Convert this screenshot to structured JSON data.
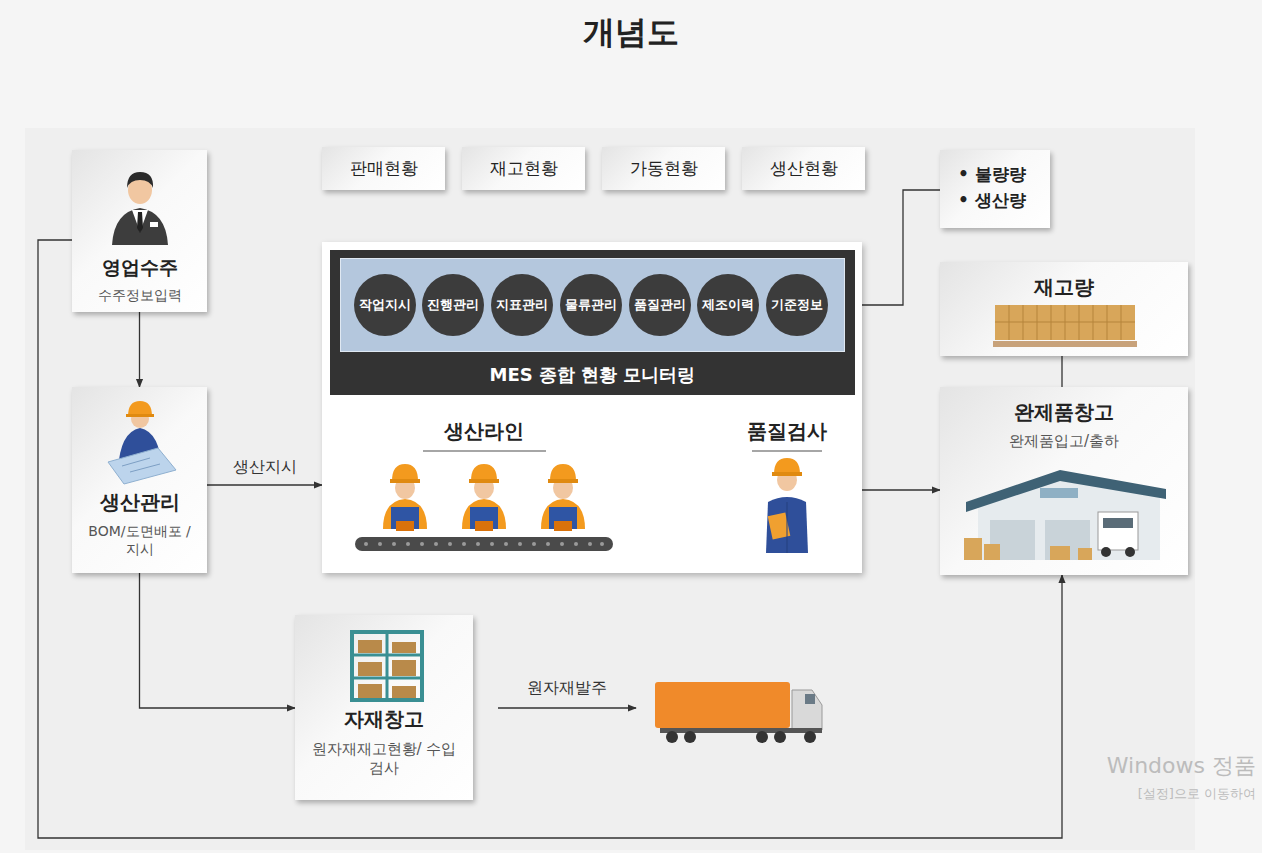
{
  "diagram": {
    "title": "개념도",
    "nodes": [
      {
        "text": [
          "영업수주",
          "수주정보입력"
        ]
      },
      {
        "text": [
          "판매현황"
        ]
      },
      {
        "text": [
          "재고현황"
        ]
      },
      {
        "text": [
          "가동현황"
        ]
      },
      {
        "text": [
          "생산현황"
        ]
      },
      {
        "text": [
          "• 불량량",
          "• 생산량"
        ]
      },
      {
        "text": [
          "생산라인",
          "품질검사"
        ]
      },
      {
        "text": [
          "MES 종합 현황 모니터링"
        ],
        "in": 6
      },
      {
        "text": [
          "작업지시"
        ],
        "in": 7
      },
      {
        "text": [
          "진행관리"
        ],
        "in": 7
      },
      {
        "text": [
          "지표관리"
        ],
        "in": 7
      },
      {
        "text": [
          "물류관리"
        ],
        "in": 7
      },
      {
        "text": [
          "품질관리"
        ],
        "in": 7
      },
      {
        "text": [
          "제조이력"
        ],
        "in": 7
      },
      {
        "text": [
          "기준정보"
        ],
        "in": 7
      },
      {
        "text": [
          "재고량"
        ]
      },
      {
        "text": [
          "생산관리",
          "BOM/도면배포 /지시"
        ]
      },
      {
        "text": [
          "완제품창고",
          "완제품입고/출하"
        ]
      },
      {
        "text": [
          "자재창고",
          "원자재재고현황/ 수입검사"
        ]
      }
    ],
    "edges": [
      {
        "from": 0,
        "to": 16,
        "arrow": "to"
      },
      {
        "from": 16,
        "to": 6,
        "label": "생산지시",
        "arrow": "to"
      },
      {
        "from": 16,
        "to": 18,
        "arrow": "to"
      },
      {
        "from": 6,
        "to": 17,
        "arrow": "to"
      },
      {
        "from": 6,
        "to": 5,
        "arrow": "none"
      },
      {
        "from": 15,
        "to": 17,
        "arrow": "none"
      },
      {
        "from": 0,
        "to": 17,
        "arrow": "to"
      }
    ],
    "labels": [
      "원자재발주",
      "Windows 정품",
      "[설정]으로 이동하여"
    ]
  }
}
